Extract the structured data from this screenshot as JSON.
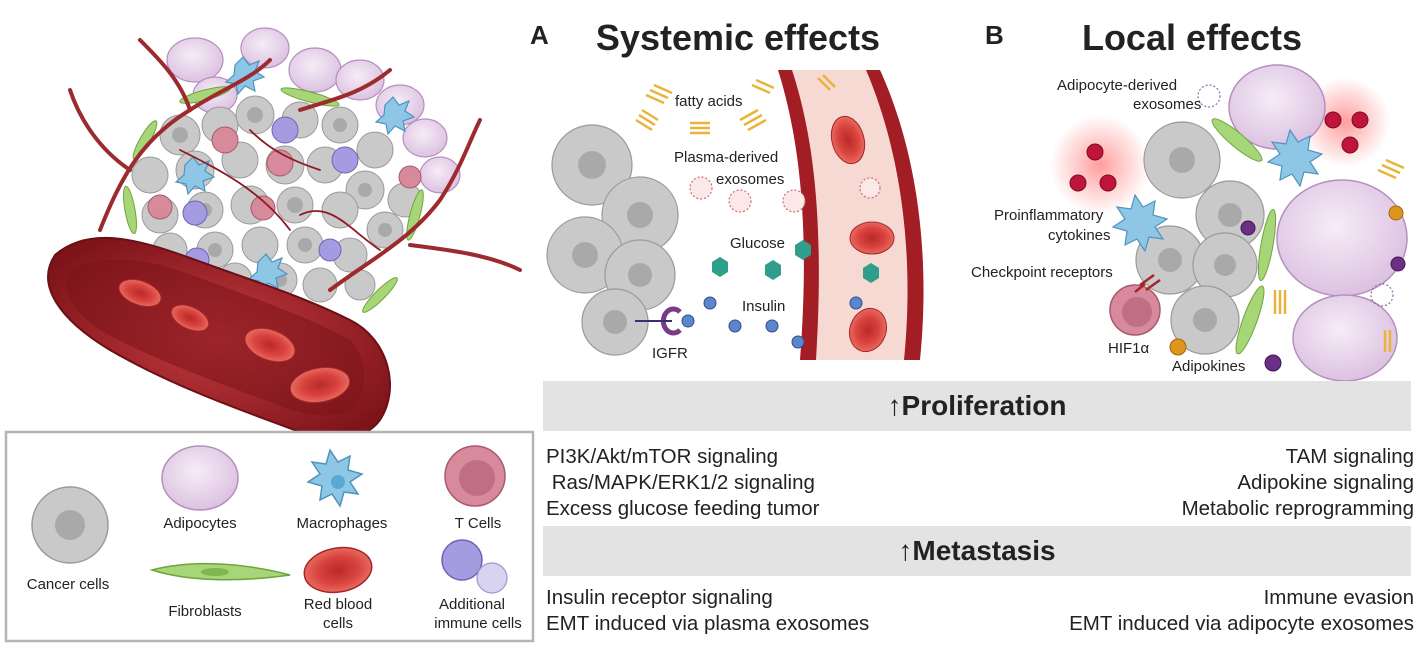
{
  "panels": {
    "a": {
      "letter": "A",
      "title": "Systemic effects"
    },
    "b": {
      "letter": "B",
      "title": "Local effects"
    }
  },
  "systemic_labels": {
    "fatty_acids": "fatty acids",
    "plasma_exosomes_1": "Plasma-derived",
    "plasma_exosomes_2": "exosomes",
    "glucose": "Glucose",
    "insulin": "Insulin",
    "igfr": "IGFR"
  },
  "local_labels": {
    "adipocyte_exosomes_1": "Adipocyte-derived",
    "adipocyte_exosomes_2": "exosomes",
    "proinflammatory_1": "Proinflammatory",
    "proinflammatory_2": "cytokines",
    "checkpoint": "Checkpoint receptors",
    "hif1a": "HIF1α",
    "adipokines": "Adipokines"
  },
  "legend": {
    "cancer": "Cancer cells",
    "adipocytes": "Adipocytes",
    "macrophages": "Macrophages",
    "tcells": "T Cells",
    "fibroblasts": "Fibroblasts",
    "rbc_1": "Red blood",
    "rbc_2": "cells",
    "immune_1": "Additional",
    "immune_2": "immune cells"
  },
  "proliferation": {
    "title": "↑Proliferation",
    "systemic": [
      "PI3K/Akt/mTOR signaling",
      " Ras/MAPK/ERK1/2 signaling",
      "Excess glucose feeding tumor"
    ],
    "local": [
      "TAM signaling",
      "Adipokine signaling",
      "Metabolic reprogramming"
    ]
  },
  "metastasis": {
    "title": "↑Metastasis",
    "systemic": [
      "Insulin receptor signaling",
      "EMT induced via plasma exosomes"
    ],
    "local": [
      "Immune evasion",
      "EMT induced via adipocyte exosomes"
    ]
  },
  "colors": {
    "cancer": "#c4c4c4",
    "adipocyte": "#e7d3ea",
    "macrophage": "#8ec6e6",
    "tcell": "#cf7f93",
    "rbc": "#d9433f",
    "vessel": "#8c1c22",
    "fibroblast": "#9fd26b",
    "glucose": "#2f9e8a",
    "insulin": "#5b85cc",
    "hif1a": "#e0951c",
    "adipokine": "#6b2f86"
  }
}
